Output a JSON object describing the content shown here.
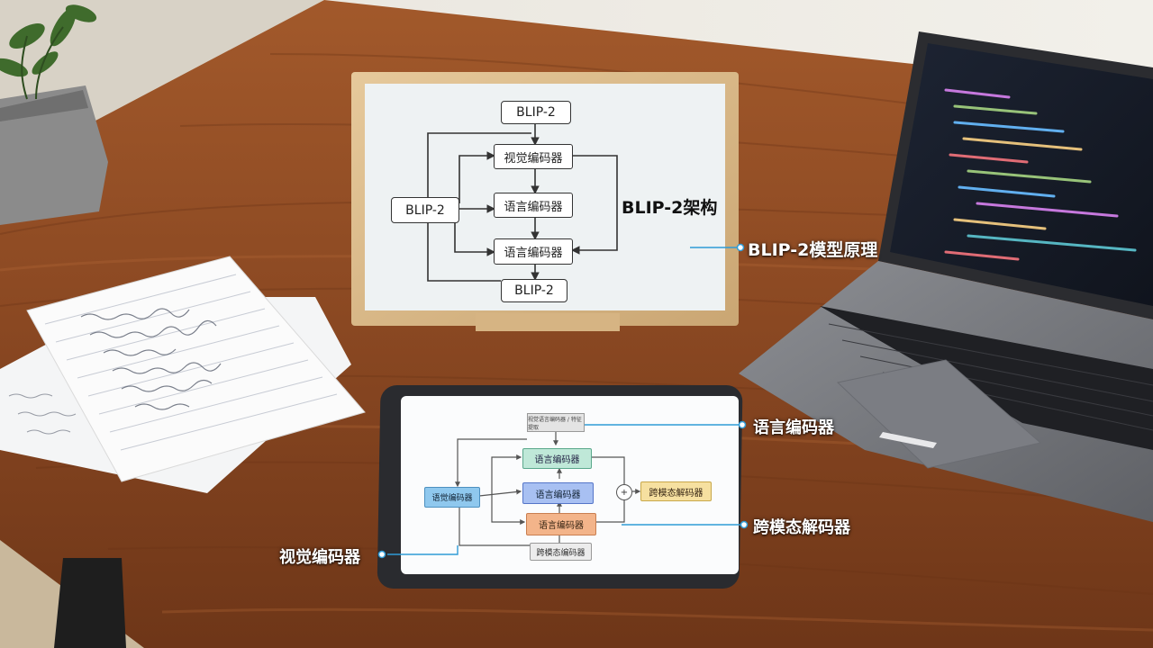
{
  "whiteboard": {
    "top_box": "BLIP-2",
    "left_box": "BLIP-2",
    "bottom_box": "BLIP-2",
    "box1": "视觉编码器",
    "box2": "语言编码器",
    "box3": "语言编码器",
    "title": "BLIP-2架构"
  },
  "tablet": {
    "box_top": "视觉语言编码器 / 特征提取",
    "box_green": "语言编码器",
    "box_blue_left": "语觉编码器",
    "box_blue_mid": "语言编码器",
    "box_orange": "语言编码器",
    "box_yellow": "跨模态解码器",
    "box_bottom": "跨模态编码器",
    "plus_symbol": "+"
  },
  "callouts": {
    "principle": "BLIP-2模型原理",
    "language_encoder": "语言编码器",
    "cross_modal_decoder": "跨模态解码器",
    "vision_encoder": "视觉编码器"
  },
  "colors": {
    "callout_line": "#2f9bd6",
    "table_wood": "#8a4a24",
    "tablet_green": "#bfe8d8",
    "tablet_blue": "#8fc8ee",
    "tablet_orange": "#f3b48a",
    "tablet_yellow": "#f6e0a0"
  }
}
